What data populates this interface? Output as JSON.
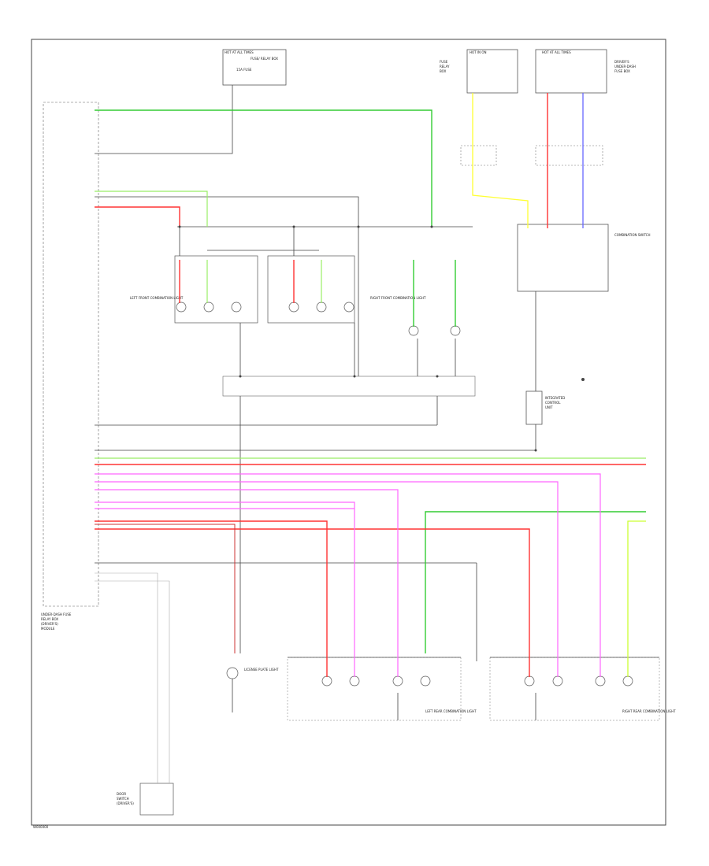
{
  "diagram": {
    "footer_id": "W000000",
    "boxes": {
      "top_fuse": {
        "title": "HOT AT ALL TIMES",
        "subtitle": "FUSE/ RELAY BOX",
        "fuse": "15A FUSE"
      },
      "top_mid": {
        "title": "HOT IN ON",
        "lines": [
          "FUSE",
          "RELAY",
          "BOX"
        ]
      },
      "top_right": {
        "title": "HOT AT ALL TIMES",
        "lines": [
          "DRIVER'S",
          "UNDER-DASH",
          "FUSE BOX"
        ]
      },
      "integrated_module": {
        "lines": [
          "INTEGRATED",
          "CONTROL",
          "UNIT"
        ]
      },
      "combination_switch": {
        "label": "COMBINATION SWITCH"
      },
      "rear_lamp_box": {
        "label": "LEFT REAR COMBINATION LIGHT"
      },
      "rear_lamp_box_right": {
        "label": "RIGHT REAR COMBINATION LIGHT"
      },
      "license_light": {
        "label": "LICENSE PLATE LIGHT"
      },
      "left_unit": {
        "lines": [
          "UNDER-DASH FUSE",
          "RELAY BOX",
          "(DRIVER'S)",
          "MODULE"
        ]
      },
      "bottom_switch": {
        "lines": [
          "DOOR",
          "SWITCH",
          "(DRIVER'S)"
        ]
      },
      "front_left": {
        "label": "LEFT FRONT COMBINATION LIGHT"
      },
      "front_right": {
        "label": "RIGHT FRONT COMBINATION LIGHT"
      }
    },
    "wire_colors": {
      "green": "#33cc33",
      "red": "#ff3333",
      "pink": "#ff66ff",
      "yellow": "#ffff33",
      "blue": "#6666ff",
      "lightgreen": "#99ee66",
      "lime": "#ccff33",
      "black": "#333333",
      "gray": "#999999"
    }
  }
}
